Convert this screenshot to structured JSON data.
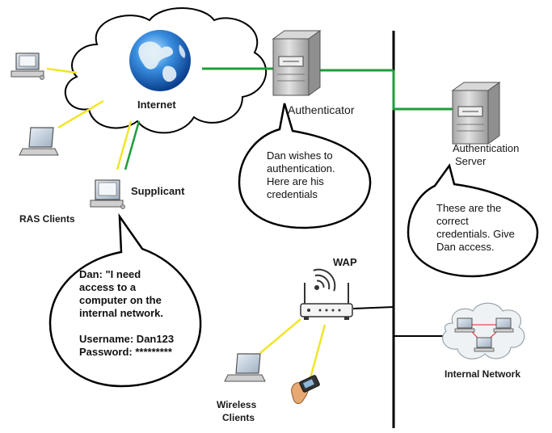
{
  "labels": {
    "internet": "Internet",
    "authenticator": "Authenticator",
    "authentication_server": [
      "Authentication",
      "Server"
    ],
    "supplicant": "Supplicant",
    "ras_clients": "RAS Clients",
    "wap": "WAP",
    "wireless_clients": [
      "Wireless",
      "Clients"
    ],
    "internal_network": "Internal Network"
  },
  "bubbles": {
    "authenticator": [
      "Dan wishes to",
      "authentication.",
      "Here are his",
      "credentials"
    ],
    "server": [
      "These are the",
      "correct",
      "credentials. Give",
      "Dan access."
    ],
    "supplicant": [
      "Dan: \"I need",
      "access to a",
      "computer on the",
      "internal network.",
      "",
      "Username: Dan123",
      "Password: *********"
    ]
  },
  "colors": {
    "ethernet": "#1f9d3a",
    "wireless_link": "#f0e62a",
    "backbone": "#000000",
    "globe": "#1e6fc8",
    "server_body": "#c9c9c9"
  }
}
